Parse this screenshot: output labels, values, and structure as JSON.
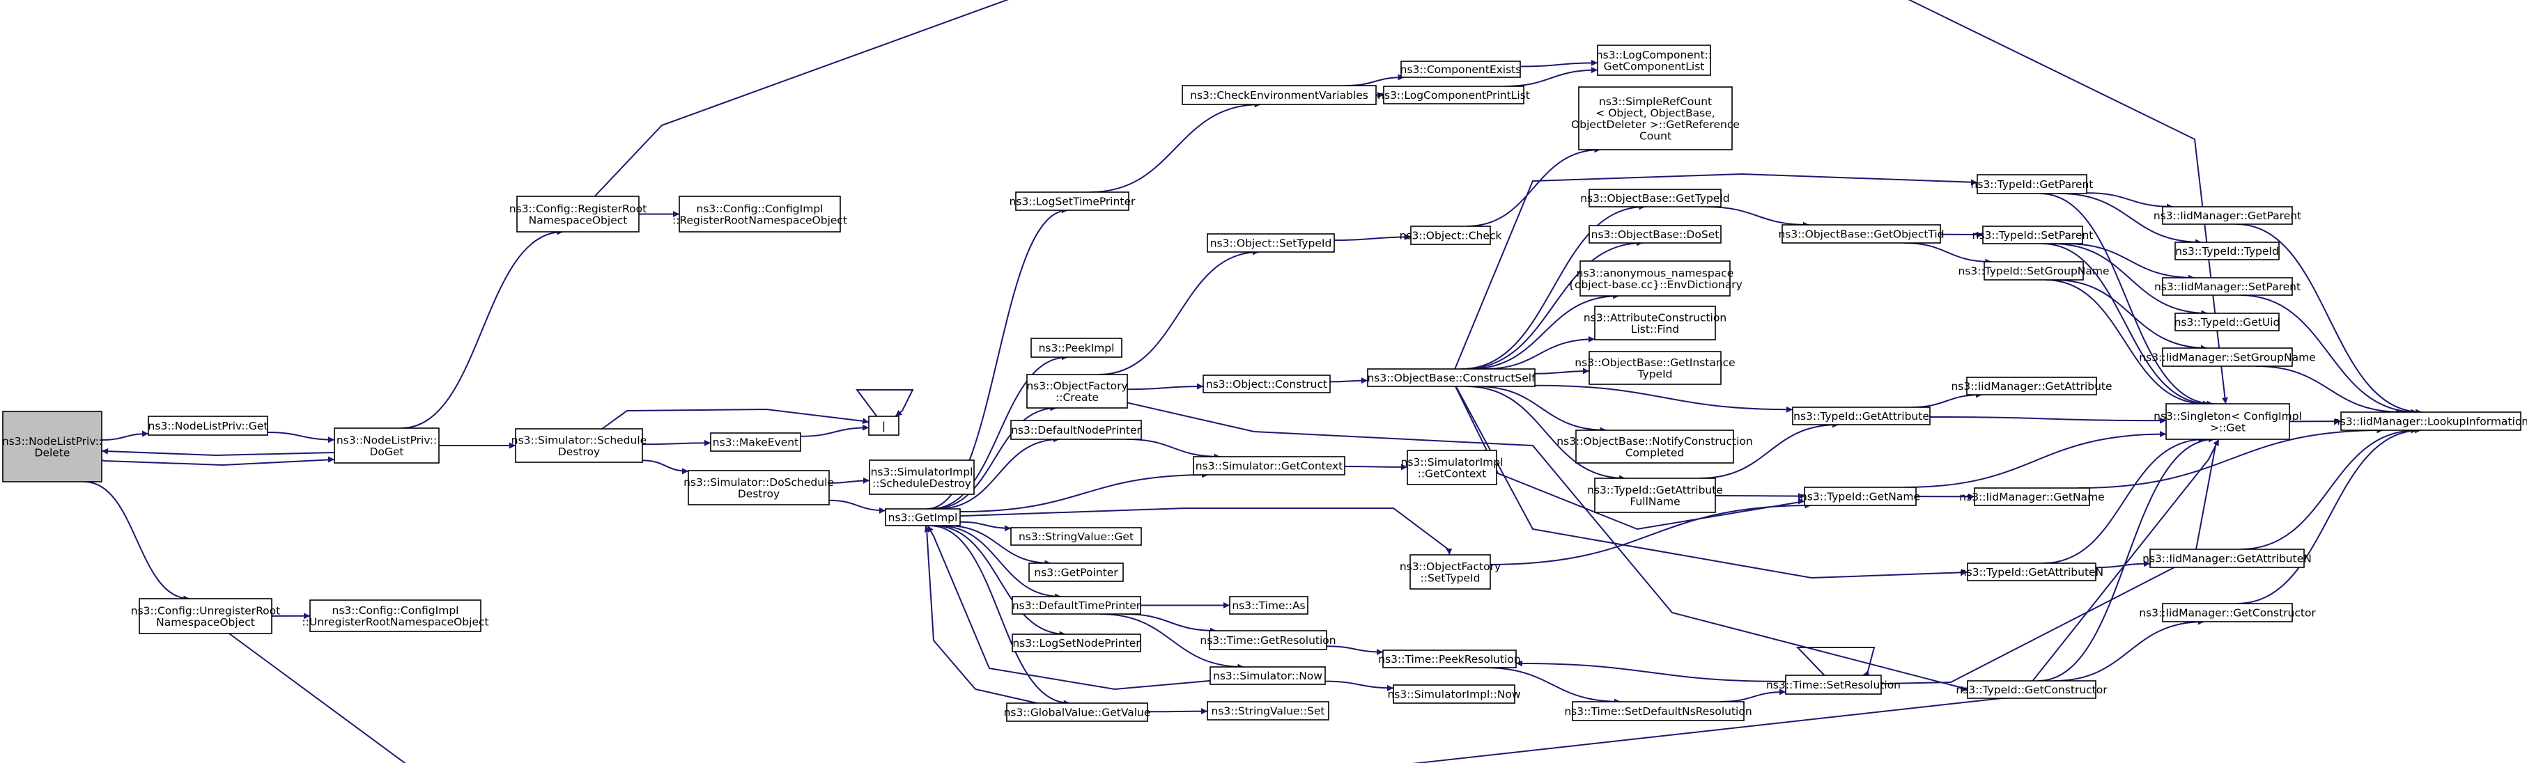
{
  "colors": {
    "edge": "#191970",
    "node_border": "#000000",
    "root_fill": "#bfbfbf",
    "background": "#ffffff"
  },
  "nodes": [
    {
      "id": "root",
      "lines": [
        "ns3::NodeListPriv::",
        "Delete"
      ],
      "root": true
    },
    {
      "id": "nlget",
      "lines": [
        "ns3::NodeListPriv::Get"
      ]
    },
    {
      "id": "doget",
      "lines": [
        "ns3::NodeListPriv::",
        "DoGet"
      ]
    },
    {
      "id": "cfgreg",
      "lines": [
        "ns3::Config::RegisterRoot",
        "NamespaceObject"
      ]
    },
    {
      "id": "cfgimplreg",
      "lines": [
        "ns3::Config::ConfigImpl",
        "::RegisterRootNamespaceObject"
      ]
    },
    {
      "id": "cfgunreg",
      "lines": [
        "ns3::Config::UnregisterRoot",
        "NamespaceObject"
      ]
    },
    {
      "id": "cfgimplunreg",
      "lines": [
        "ns3::Config::ConfigImpl",
        "::UnregisterRootNamespaceObject"
      ]
    },
    {
      "id": "schedd",
      "lines": [
        "ns3::Simulator::Schedule",
        "Destroy"
      ]
    },
    {
      "id": "makeev",
      "lines": [
        "ns3::MakeEvent"
      ]
    },
    {
      "id": "bar",
      "lines": [
        "|"
      ]
    },
    {
      "id": "doschedd",
      "lines": [
        "ns3::Simulator::DoSchedule",
        "Destroy"
      ]
    },
    {
      "id": "simimplsd",
      "lines": [
        "ns3::SimulatorImpl",
        "::ScheduleDestroy"
      ]
    },
    {
      "id": "getimpl",
      "lines": [
        "ns3::GetImpl"
      ]
    },
    {
      "id": "logstp",
      "lines": [
        "ns3::LogSetTimePrinter"
      ]
    },
    {
      "id": "checkenv",
      "lines": [
        "ns3::CheckEnvironmentVariables"
      ]
    },
    {
      "id": "compexists",
      "lines": [
        "ns3::ComponentExists"
      ]
    },
    {
      "id": "logcpl",
      "lines": [
        "ns3::LogComponentPrintList"
      ]
    },
    {
      "id": "logcomp",
      "lines": [
        "ns3::LogComponent::",
        "GetComponentList"
      ]
    },
    {
      "id": "peekimpl",
      "lines": [
        "ns3::PeekImpl"
      ]
    },
    {
      "id": "ofcreate",
      "lines": [
        "ns3::ObjectFactory",
        "::Create"
      ]
    },
    {
      "id": "defnodeprinter",
      "lines": [
        "ns3::DefaultNodePrinter"
      ]
    },
    {
      "id": "strget",
      "lines": [
        "ns3::StringValue::Get"
      ]
    },
    {
      "id": "getptr",
      "lines": [
        "ns3::GetPointer"
      ]
    },
    {
      "id": "deftimeprinter",
      "lines": [
        "ns3::DefaultTimePrinter"
      ]
    },
    {
      "id": "lognodeprinter",
      "lines": [
        "ns3::LogSetNodePrinter"
      ]
    },
    {
      "id": "gvgetvalue",
      "lines": [
        "ns3::GlobalValue::GetValue"
      ]
    },
    {
      "id": "objsettid",
      "lines": [
        "ns3::Object::SetTypeId"
      ]
    },
    {
      "id": "objcheck",
      "lines": [
        "ns3::Object::Check"
      ]
    },
    {
      "id": "objconstruct",
      "lines": [
        "ns3::Object::Construct"
      ]
    },
    {
      "id": "simgetctx",
      "lines": [
        "ns3::Simulator::GetContext"
      ]
    },
    {
      "id": "simimplgetctx",
      "lines": [
        "ns3::SimulatorImpl",
        "::GetContext"
      ]
    },
    {
      "id": "timeas",
      "lines": [
        "ns3::Time::As"
      ]
    },
    {
      "id": "timegetres",
      "lines": [
        "ns3::Time::GetResolution"
      ]
    },
    {
      "id": "simnow",
      "lines": [
        "ns3::Simulator::Now"
      ]
    },
    {
      "id": "simimplnow",
      "lines": [
        "ns3::SimulatorImpl::Now"
      ]
    },
    {
      "id": "strset",
      "lines": [
        "ns3::StringValue::Set"
      ]
    },
    {
      "id": "ofsettid",
      "lines": [
        "ns3::ObjectFactory",
        "::SetTypeId"
      ]
    },
    {
      "id": "timepeekres",
      "lines": [
        "ns3::Time::PeekResolution"
      ]
    },
    {
      "id": "timesetdefres",
      "lines": [
        "ns3::Time::SetDefaultNsResolution"
      ]
    },
    {
      "id": "timesetres",
      "lines": [
        "ns3::Time::SetResolution"
      ]
    },
    {
      "id": "simplerefcount",
      "lines": [
        "ns3::SimpleRefCount",
        "< Object, ObjectBase,",
        "ObjectDeleter >::GetReference",
        "Count"
      ]
    },
    {
      "id": "obgettid",
      "lines": [
        "ns3::ObjectBase::GetTypeId"
      ]
    },
    {
      "id": "obdoset",
      "lines": [
        "ns3::ObjectBase::DoSet"
      ]
    },
    {
      "id": "anonenv",
      "lines": [
        "ns3::anonymous_namespace",
        "{object-base.cc}::EnvDictionary"
      ]
    },
    {
      "id": "attrfind",
      "lines": [
        "ns3::AttributeConstruction",
        "List::Find"
      ]
    },
    {
      "id": "obgetinst",
      "lines": [
        "ns3::ObjectBase::GetInstance",
        "TypeId"
      ]
    },
    {
      "id": "obconstructself",
      "lines": [
        "ns3::ObjectBase::ConstructSelf"
      ]
    },
    {
      "id": "obnotify",
      "lines": [
        "ns3::ObjectBase::NotifyConstruction",
        "Completed"
      ]
    },
    {
      "id": "tidgetattrfull",
      "lines": [
        "ns3::TypeId::GetAttribute",
        "FullName"
      ]
    },
    {
      "id": "tidgetname",
      "lines": [
        "ns3::TypeId::GetName"
      ]
    },
    {
      "id": "tidgetattr",
      "lines": [
        "ns3::TypeId::GetAttribute"
      ]
    },
    {
      "id": "tidgetattrn",
      "lines": [
        "ns3::TypeId::GetAttributeN"
      ]
    },
    {
      "id": "tidgetctor",
      "lines": [
        "ns3::TypeId::GetConstructor"
      ]
    },
    {
      "id": "obgetobjtid",
      "lines": [
        "ns3::ObjectBase::GetObjectTid"
      ]
    },
    {
      "id": "tidgetparent",
      "lines": [
        "ns3::TypeId::GetParent"
      ]
    },
    {
      "id": "tidsetparent",
      "lines": [
        "ns3::TypeId::SetParent"
      ]
    },
    {
      "id": "tidsetgroup",
      "lines": [
        "ns3::TypeId::SetGroupName"
      ]
    },
    {
      "id": "singleton",
      "lines": [
        "ns3::Singleton< ConfigImpl",
        ">::Get"
      ]
    },
    {
      "id": "iidgetattr",
      "lines": [
        "ns3::IidManager::GetAttribute"
      ]
    },
    {
      "id": "iidgetname",
      "lines": [
        "ns3::IidManager::GetName"
      ]
    },
    {
      "id": "iidgetattrn",
      "lines": [
        "ns3::IidManager::GetAttributeN"
      ]
    },
    {
      "id": "iidgetctor",
      "lines": [
        "ns3::IidManager::GetConstructor"
      ]
    },
    {
      "id": "iidgetparent",
      "lines": [
        "ns3::IidManager::GetParent"
      ]
    },
    {
      "id": "tidtypeid",
      "lines": [
        "ns3::TypeId::TypeId"
      ]
    },
    {
      "id": "iidsetparent",
      "lines": [
        "ns3::IidManager::SetParent"
      ]
    },
    {
      "id": "tidgetuid",
      "lines": [
        "ns3::TypeId::GetUid"
      ]
    },
    {
      "id": "iidsetgroup",
      "lines": [
        "ns3::IidManager::SetGroupName"
      ]
    },
    {
      "id": "iidlookup",
      "lines": [
        "ns3::IidManager::LookupInformation"
      ]
    }
  ]
}
